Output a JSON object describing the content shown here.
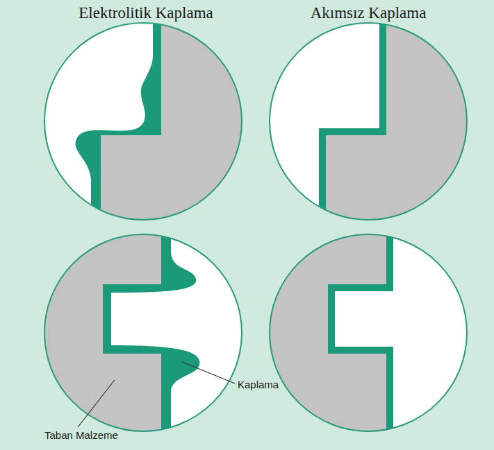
{
  "diagram": {
    "labels": [
      "Elektrolitik Kaplama",
      "Akımsız Kaplama",
      "Kaplama",
      "Taban Malzeme"
    ]
  }
}
